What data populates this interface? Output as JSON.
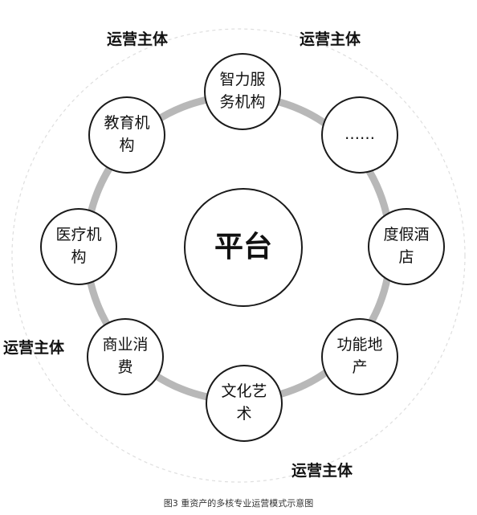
{
  "diagram": {
    "center": {
      "label": "平台"
    },
    "nodes": [
      {
        "label": "智力服\n务机构"
      },
      {
        "label": "……"
      },
      {
        "label": "度假酒\n店"
      },
      {
        "label": "功能地\n产"
      },
      {
        "label": "文化艺\n术"
      },
      {
        "label": "商业消\n费"
      },
      {
        "label": "医疗机\n构"
      },
      {
        "label": "教育机\n构"
      }
    ],
    "operator_labels": [
      {
        "text": "运营主体"
      },
      {
        "text": "运营主体"
      },
      {
        "text": "运营主体"
      },
      {
        "text": "运营主体"
      }
    ]
  },
  "caption": "图3 重资产的多核专业运营模式示意图",
  "colors": {
    "ring_inner": "#b8b8b8",
    "ring_outer": "#dedede",
    "node_border": "#1a1a1a",
    "text": "#111111"
  }
}
